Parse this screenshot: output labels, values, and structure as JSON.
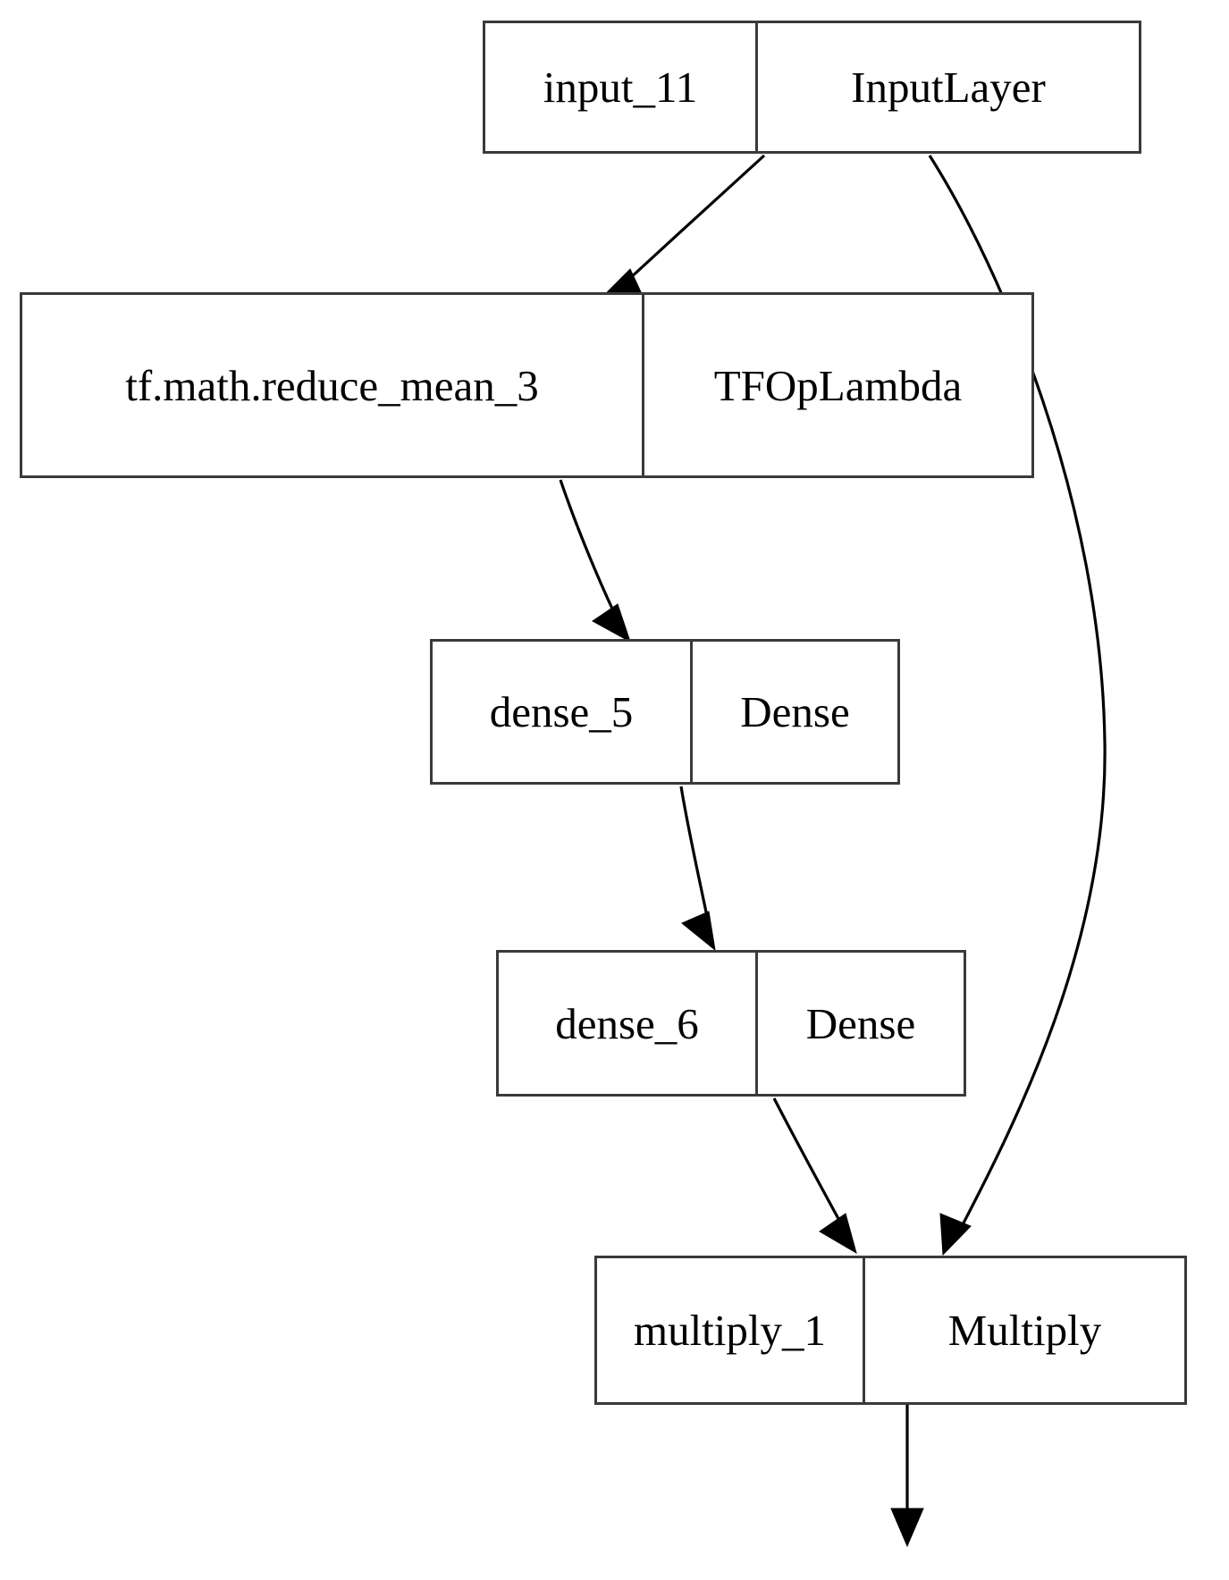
{
  "diagram": {
    "title": "keras-model-graph",
    "type": "neural-network-model-plot",
    "background_color": "#ffffff",
    "node_border_color": "#3a3a3a",
    "edge_color": "#000000",
    "nodes": [
      {
        "id": "input_11",
        "name": "input_11",
        "layer_type": "InputLayer"
      },
      {
        "id": "tf_math_reduce_mean_3",
        "name": "tf.math.reduce_mean_3",
        "layer_type": "TFOpLambda"
      },
      {
        "id": "dense_5",
        "name": "dense_5",
        "layer_type": "Dense"
      },
      {
        "id": "dense_6",
        "name": "dense_6",
        "layer_type": "Dense"
      },
      {
        "id": "multiply_1",
        "name": "multiply_1",
        "layer_type": "Multiply"
      }
    ],
    "edges": [
      {
        "from": "input_11",
        "to": "tf_math_reduce_mean_3"
      },
      {
        "from": "input_11",
        "to": "multiply_1"
      },
      {
        "from": "tf_math_reduce_mean_3",
        "to": "dense_5"
      },
      {
        "from": "dense_5",
        "to": "dense_6"
      },
      {
        "from": "dense_6",
        "to": "multiply_1"
      },
      {
        "from": "multiply_1",
        "to": "__output__"
      }
    ]
  }
}
